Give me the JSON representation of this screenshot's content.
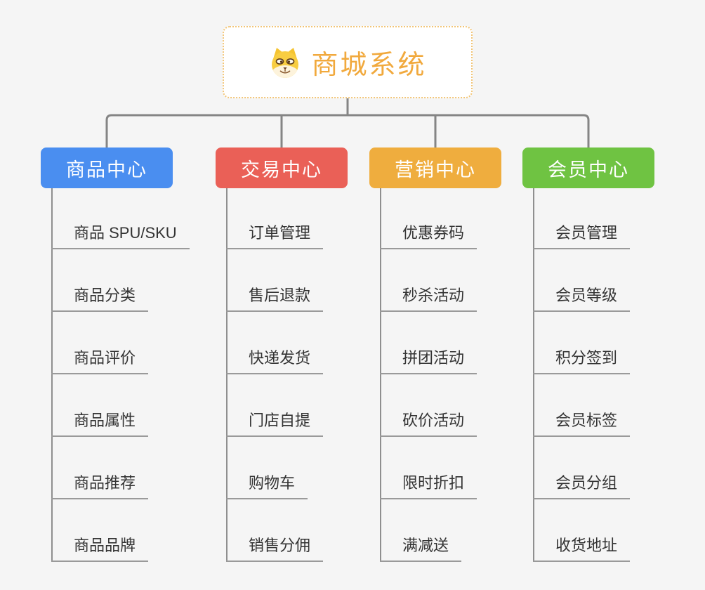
{
  "page": {
    "background": "#f5f5f5",
    "connector_color": "#858585",
    "underline_color": "#9a9a9a"
  },
  "root": {
    "title": "商城系统",
    "icon": "doge-icon",
    "title_color": "#f1a93d",
    "border_color": "#f2c577"
  },
  "branches": [
    {
      "label": "商品中心",
      "color": "#4a8ef0",
      "children": [
        "商品 SPU/SKU",
        "商品分类",
        "商品评价",
        "商品属性",
        "商品推荐",
        "商品品牌"
      ]
    },
    {
      "label": "交易中心",
      "color": "#ea6057",
      "children": [
        "订单管理",
        "售后退款",
        "快递发货",
        "门店自提",
        "购物车",
        "销售分佣"
      ]
    },
    {
      "label": "营销中心",
      "color": "#efad3e",
      "children": [
        "优惠券码",
        "秒杀活动",
        "拼团活动",
        "砍价活动",
        "限时折扣",
        "满减送"
      ]
    },
    {
      "label": "会员中心",
      "color": "#6fc342",
      "children": [
        "会员管理",
        "会员等级",
        "积分签到",
        "会员标签",
        "会员分组",
        "收货地址"
      ]
    }
  ]
}
